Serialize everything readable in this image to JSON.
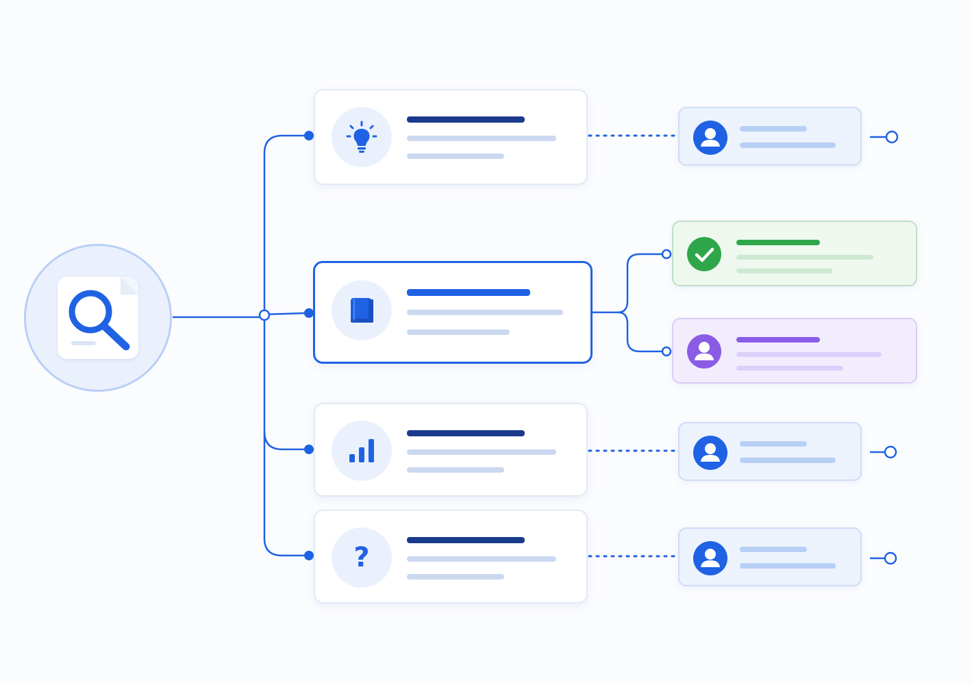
{
  "colors": {
    "accent": "#1f62e3",
    "navy": "#1a3a8c",
    "muted_line": "#cbd8f0",
    "result_line": "#b8cff5",
    "success": "#2fa64a",
    "success_line": "#cfe8d2",
    "violet": "#8a5ce6",
    "violet_line": "#dccffa",
    "halo": "#eaf1fd"
  },
  "source": {
    "icon": "magnifier-document-icon"
  },
  "branches": [
    {
      "icon": "lightbulb-icon",
      "selected": false,
      "connector": "dotted",
      "outcome": "person-icon"
    },
    {
      "icon": "book-icon",
      "selected": true,
      "connector": "split",
      "outcomes": [
        "check-circle-icon",
        "person-icon"
      ]
    },
    {
      "icon": "bar-chart-icon",
      "selected": false,
      "connector": "dotted",
      "outcome": "person-icon"
    },
    {
      "icon": "question-mark-icon",
      "selected": false,
      "connector": "dotted",
      "outcome": "person-icon"
    }
  ],
  "question_glyph": "?"
}
